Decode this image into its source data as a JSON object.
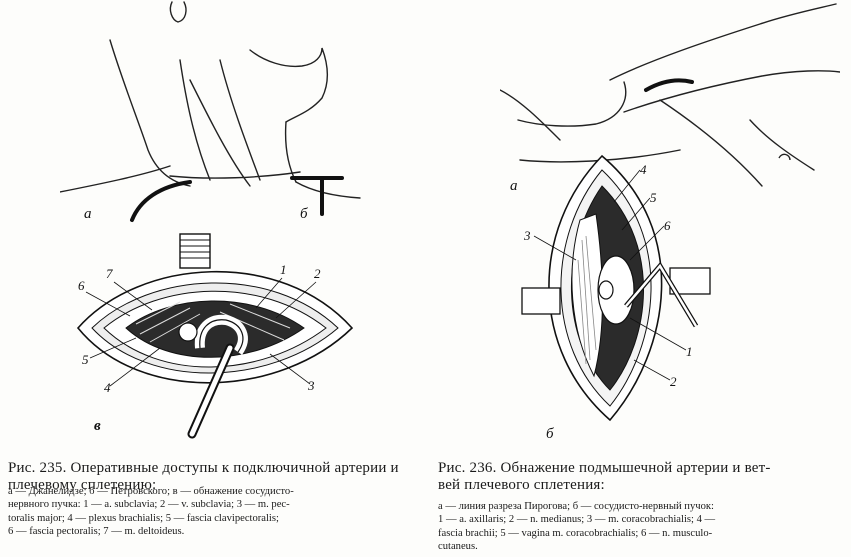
{
  "figure235": {
    "labels": {
      "a": "а",
      "b": "б",
      "v": "в",
      "n1": "1",
      "n2": "2",
      "n3": "3",
      "n4": "4",
      "n5": "5",
      "n6": "6",
      "n7": "7"
    },
    "caption": "Рис. 235. Оперативные доступы к подключичной артерии и плечевому сплетению:",
    "legend_lines": [
      "а — Джанелидзе; б — Петровского; в — обнажение сосудисто-",
      "нервного пучка: 1 — a. subclavia; 2 — v. subclavia; 3 — m. pec-",
      "toralis major; 4 — plexus brachialis; 5 — fascia clavipectoralis;",
      "6 — fascia pectoralis; 7 — m. deltoideus."
    ]
  },
  "figure236": {
    "labels": {
      "a": "а",
      "b": "б",
      "n1": "1",
      "n2": "2",
      "n3": "3",
      "n4": "4",
      "n5": "5",
      "n6": "6"
    },
    "caption_lines": [
      "Рис. 236. Обнажение подмышечной артерии и вет-",
      "вей плечевого сплетения:"
    ],
    "legend_lines": [
      "а — линия разреза Пирогова; б — сосудисто-нервный пучок:",
      "1 — a. axillaris; 2 — n. medianus; 3 — m. coracobrachialis; 4 —",
      "fascia brachii; 5 — vagina m. coracobrachialis; 6 — n. musculo-",
      "cutaneus."
    ]
  }
}
